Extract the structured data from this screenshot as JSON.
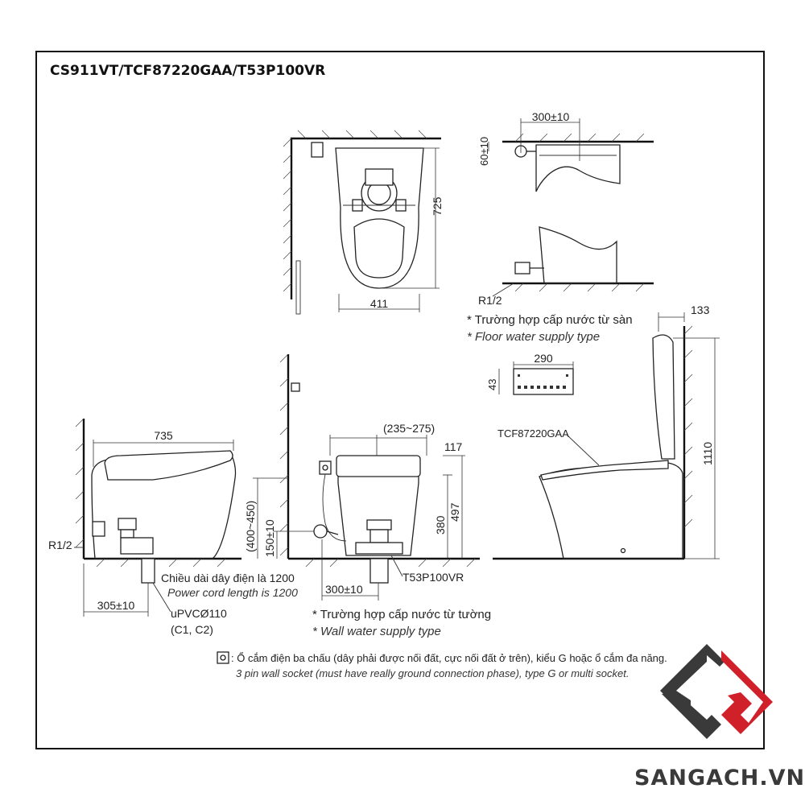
{
  "title": "CS911VT/TCF87220GAA/T53P100VR",
  "dims": {
    "top_width": "411",
    "top_depth": "725",
    "side_length": "735",
    "side_offset": "305±10",
    "wall_300_top": "300±10",
    "wall_60": "60±10",
    "range_235_275": "(235~275)",
    "d117": "117",
    "d380": "380",
    "d497": "497",
    "d400_450": "(400~450)",
    "d150": "150±10",
    "d300_wall": "300±10",
    "d290": "290",
    "d43": "43",
    "d133": "133",
    "d1110": "1110"
  },
  "labels": {
    "r12_left": "R1/2",
    "r12_floor": "R1/2",
    "floor_supply_vi": "* Trường hợp cấp nước từ sàn",
    "floor_supply_en": "* Floor water supply type",
    "model_seat": "TCF87220GAA",
    "model_valve": "T53P100VR",
    "cord_vi": "Chiều dài dây điện là 1200",
    "cord_en": "Power cord length is 1200",
    "pipe": "uPVCØ110",
    "pipe_sub": "(C1, C2)",
    "wall_supply_vi": "* Trường hợp cấp nước từ tường",
    "wall_supply_en": "* Wall water supply type",
    "socket_vi": ": Ổ cắm điện ba chấu (dây phải được nối đất, cực nối đất ở trên), kiểu G hoặc ổ cắm đa năng.",
    "socket_en": "3 pin wall socket (must have really ground connection phase), type G or multi socket."
  },
  "watermark": {
    "text": "SANGACH.VN",
    "logo": "SG"
  },
  "colors": {
    "line": "#222222",
    "logo_red": "#d0202a",
    "logo_gray": "#3a3a3a"
  }
}
